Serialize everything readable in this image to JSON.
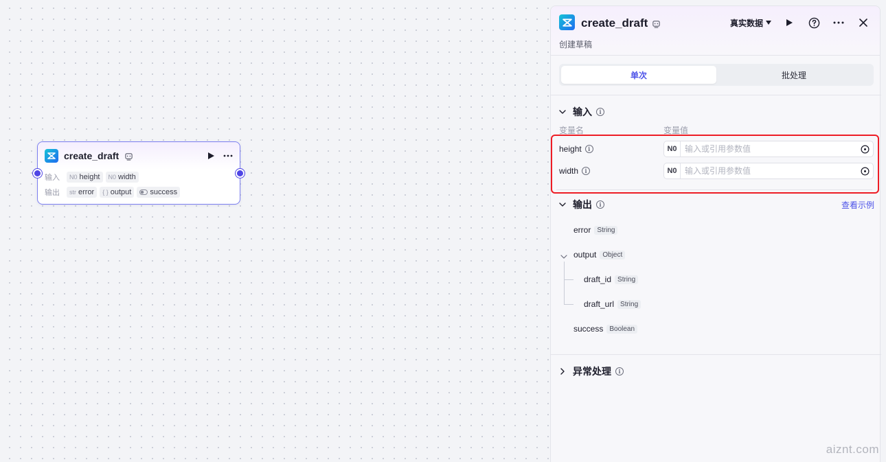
{
  "node": {
    "title": "create_draft",
    "input_label": "输入",
    "output_label": "输出",
    "inputs": [
      {
        "type_icon": "N0",
        "name": "height"
      },
      {
        "type_icon": "N0",
        "name": "width"
      }
    ],
    "outputs": [
      {
        "type_icon": "str",
        "name": "error"
      },
      {
        "type_icon": "{ }",
        "name": "output"
      },
      {
        "type_icon": "toggle-icon",
        "name": "success"
      }
    ]
  },
  "panel": {
    "title": "create_draft",
    "description": "创建草稿",
    "data_source": "真实数据",
    "tabs": [
      {
        "label": "单次",
        "active": true
      },
      {
        "label": "批处理",
        "active": false
      }
    ],
    "input_section": {
      "title": "输入",
      "col_name": "变量名",
      "col_value": "变量值",
      "fields": [
        {
          "name": "height",
          "type_badge": "N0",
          "value": "",
          "placeholder": "输入或引用参数值"
        },
        {
          "name": "width",
          "type_badge": "N0",
          "value": "",
          "placeholder": "输入或引用参数值"
        }
      ]
    },
    "output_section": {
      "title": "输出",
      "example_link": "查看示例",
      "fields": [
        {
          "name": "error",
          "type": "String"
        },
        {
          "name": "output",
          "type": "Object"
        },
        {
          "name": "draft_id",
          "type": "String"
        },
        {
          "name": "draft_url",
          "type": "String"
        },
        {
          "name": "success",
          "type": "Boolean"
        }
      ]
    },
    "error_section": {
      "title": "异常处理"
    }
  },
  "watermark": "aiznt.com",
  "colors": {
    "accent": "#4d53e8",
    "highlight_border": "#ee1c24",
    "node_border": "#7b7ff0",
    "port": "#4f46e5"
  }
}
